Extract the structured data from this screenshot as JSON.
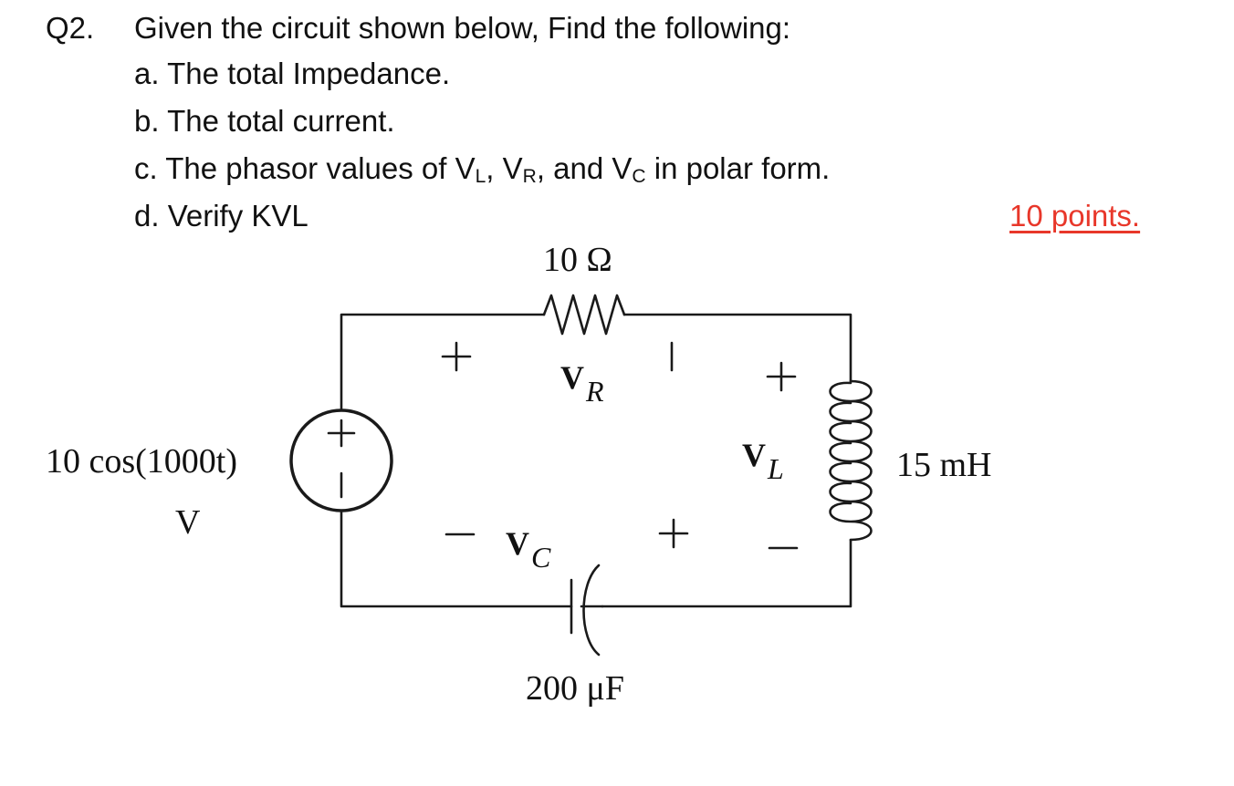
{
  "question": {
    "number": "Q2.",
    "prompt": "Given the circuit shown below, Find the following:",
    "item_a": "a. The total Impedance.",
    "item_b": "b. The total current.",
    "item_c_prefix": "c. The phasor values of V",
    "item_c_sub_l": "L",
    "item_c_sep1": ", V",
    "item_c_sub_r": "R",
    "item_c_sep2": ", and V",
    "item_c_sub_c": "C",
    "item_c_suffix": " in polar form.",
    "item_d": "d. Verify KVL",
    "points": "10 points."
  },
  "circuit": {
    "source_label_line1": "10 cos(1000t)",
    "source_label_line2": "V",
    "resistor_value": "10 Ω",
    "inductor_value": "15 mH",
    "capacitor_value": "200 μF",
    "vr_main": "V",
    "vr_sub": "R",
    "vl_main": "V",
    "vl_sub": "L",
    "vc_main": "V",
    "vc_sub": "C",
    "plus": "+",
    "minus": "−"
  },
  "colors": {
    "accent": "#e8372a",
    "text": "#111111",
    "wire": "#1a1a1a"
  }
}
